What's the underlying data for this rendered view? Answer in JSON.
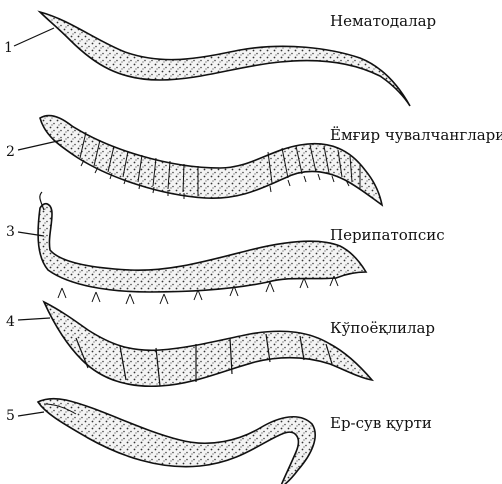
{
  "figure": {
    "items": [
      {
        "number": "1",
        "label": "Нематодалар"
      },
      {
        "number": "2",
        "label": "Ёмғир чувалчанглари"
      },
      {
        "number": "3",
        "label": "Перипатопсис"
      },
      {
        "number": "4",
        "label": "Кўпоёқлилар"
      },
      {
        "number": "5",
        "label": "Ер-сув қурти"
      }
    ]
  }
}
